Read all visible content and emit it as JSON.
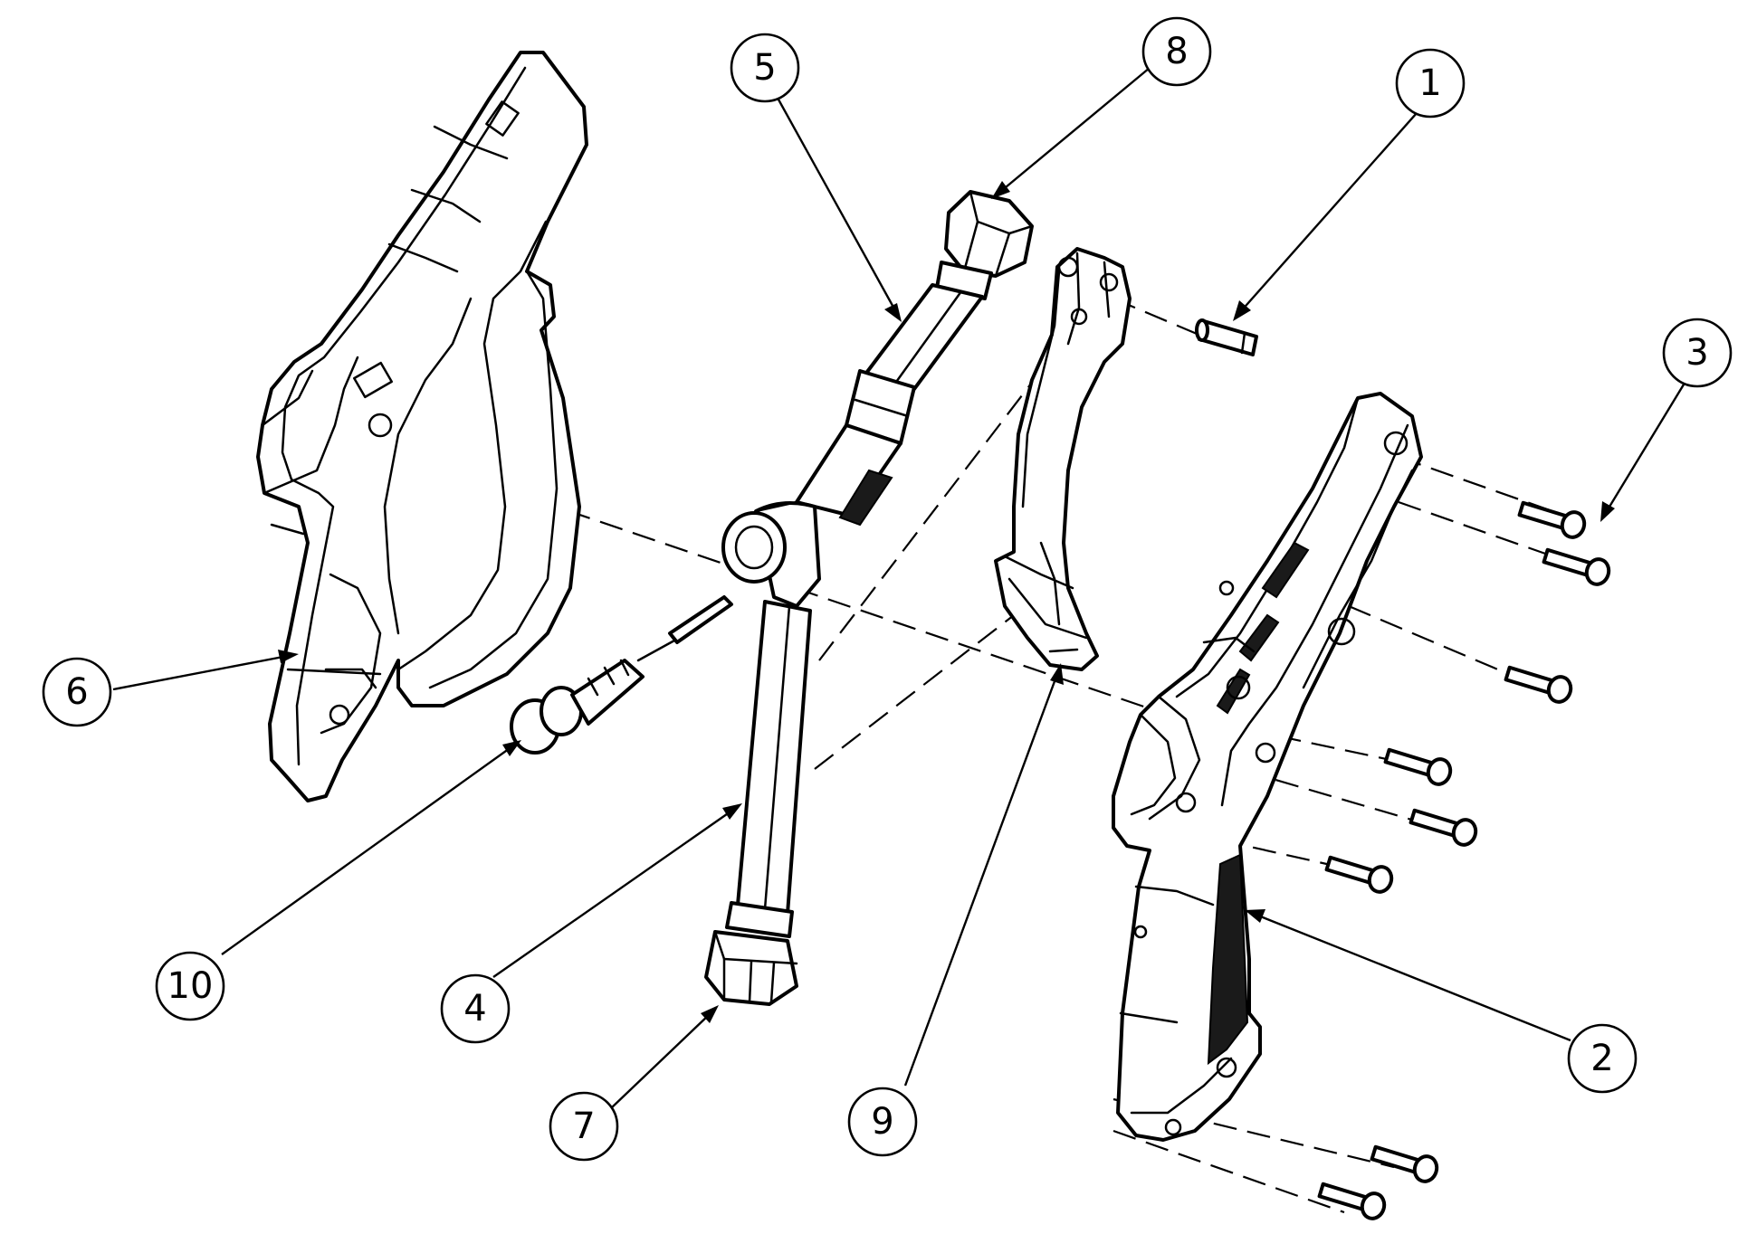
{
  "colors": {
    "line": "#000000",
    "background": "#ffffff"
  },
  "callouts": [
    {
      "num": "1",
      "part": "pin"
    },
    {
      "num": "2",
      "part": "right-housing"
    },
    {
      "num": "3",
      "part": "screw"
    },
    {
      "num": "4",
      "part": "lower-tube"
    },
    {
      "num": "5",
      "part": "upper-tube"
    },
    {
      "num": "6",
      "part": "left-housing"
    },
    {
      "num": "7",
      "part": "bottom-fitting"
    },
    {
      "num": "8",
      "part": "top-fitting"
    },
    {
      "num": "9",
      "part": "trigger"
    },
    {
      "num": "10",
      "part": "valve-cap"
    }
  ]
}
